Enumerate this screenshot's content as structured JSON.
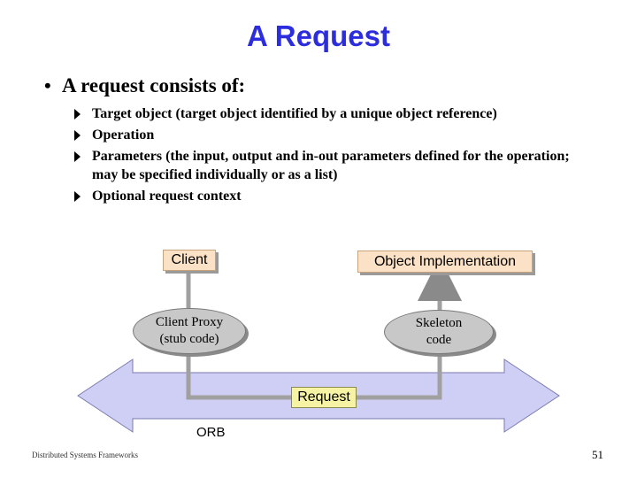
{
  "slide": {
    "title": "A Request",
    "main_bullet": "A request consists of:",
    "sub_bullets": [
      "Target object (target object identified by a unique object reference)",
      "Operation",
      "Parameters (the input, output and in-out parameters  defined for the operation; may be specified individually or as a list)",
      "Optional request context"
    ]
  },
  "diagram": {
    "client_label": "Client",
    "object_impl_label": "Object Implementation",
    "client_proxy_line1": "Client Proxy",
    "client_proxy_line2": "(stub code)",
    "skeleton_line1": "Skeleton",
    "skeleton_line2": "code",
    "request_label": "Request",
    "orb_label": "ORB",
    "colors": {
      "box_fill": "#fbe2c6",
      "oval_fill": "#c8c8c8",
      "orb_fill": "#cfcff5",
      "request_fill": "#f6f3a4",
      "path_line": "#a0a0a0",
      "title": "#2d2de0"
    }
  },
  "footer": {
    "text": "Distributed Systems Frameworks",
    "page_number": "51"
  }
}
